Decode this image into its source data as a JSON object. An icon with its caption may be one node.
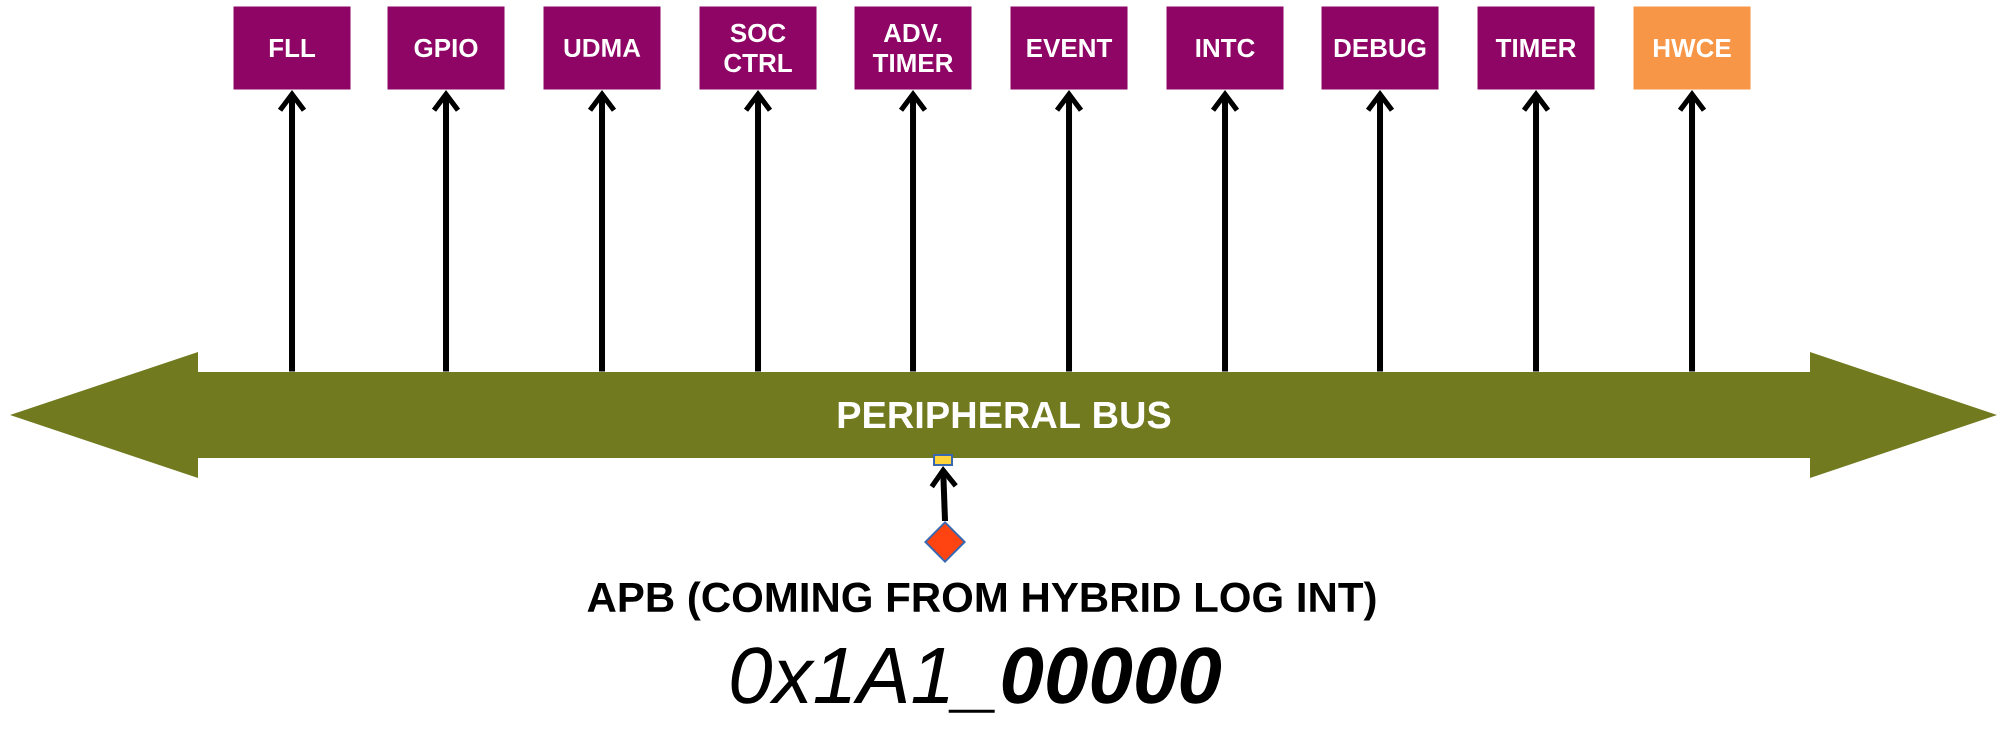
{
  "diagram": {
    "nodes": [
      {
        "text": [
          "PERIPHERAL BUS"
        ]
      },
      {
        "text": [
          "FLL"
        ]
      },
      {
        "text": [
          "GPIO"
        ]
      },
      {
        "text": [
          "UDMA"
        ]
      },
      {
        "text": [
          "SOC CTRL"
        ]
      },
      {
        "text": [
          "ADV. TIMER"
        ]
      },
      {
        "text": [
          "EVENT"
        ]
      },
      {
        "text": [
          "INTC"
        ]
      },
      {
        "text": [
          "DEBUG"
        ]
      },
      {
        "text": [
          "TIMER"
        ]
      },
      {
        "text": [
          "HWCE"
        ]
      },
      {
        "text": [],
        "shape": "box"
      },
      {
        "text": [],
        "shape": "diamond"
      }
    ],
    "edges": [
      {
        "from": 0,
        "to": 1,
        "arrow": "to"
      },
      {
        "from": 0,
        "to": 2,
        "arrow": "to"
      },
      {
        "from": 0,
        "to": 3,
        "arrow": "to"
      },
      {
        "from": 0,
        "to": 4,
        "arrow": "to"
      },
      {
        "from": 0,
        "to": 5,
        "arrow": "to"
      },
      {
        "from": 0,
        "to": 6,
        "arrow": "to"
      },
      {
        "from": 0,
        "to": 7,
        "arrow": "to"
      },
      {
        "from": 0,
        "to": 8,
        "arrow": "to"
      },
      {
        "from": 0,
        "to": 9,
        "arrow": "to"
      },
      {
        "from": 0,
        "to": 10,
        "arrow": "to"
      },
      {
        "from": 12,
        "to": 11,
        "arrow": "to"
      }
    ],
    "labels": [
      "APB (COMING FROM HYBRID LOG INT)",
      "0x1A1_**00000**"
    ]
  }
}
